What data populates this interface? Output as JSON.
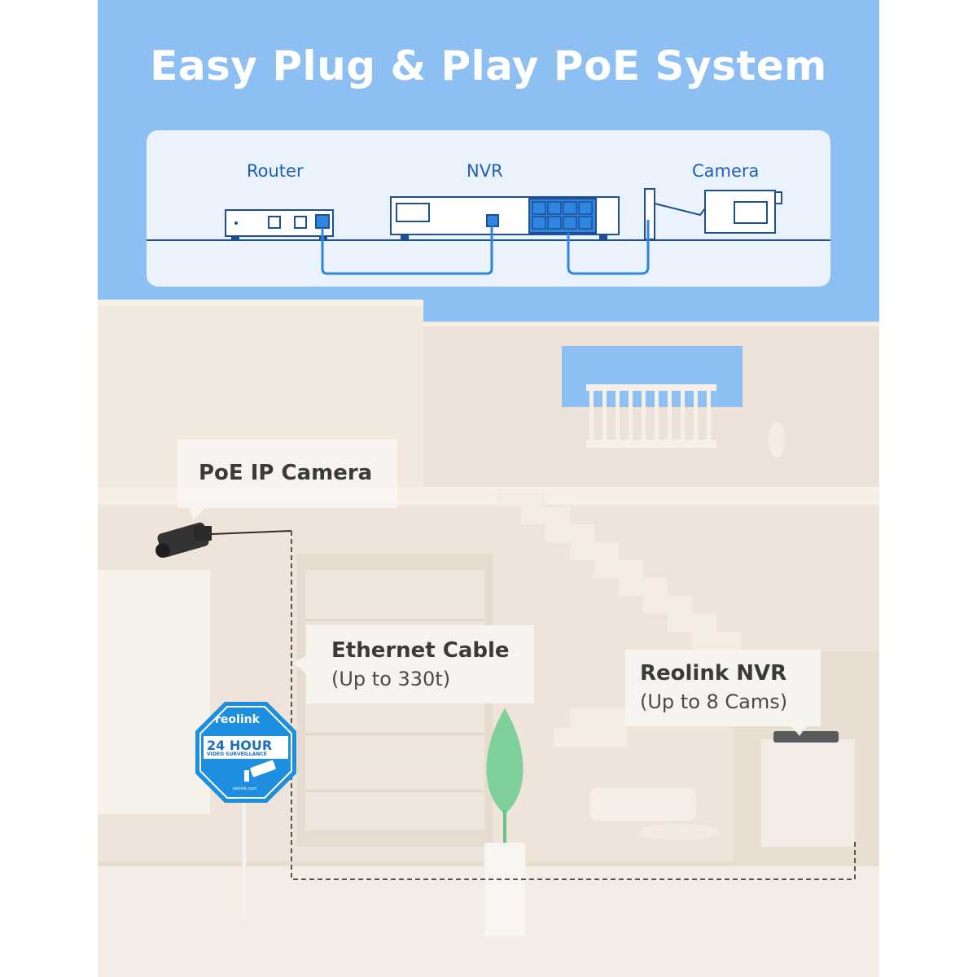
{
  "headline": "Easy Plug & Play PoE System",
  "diagram": {
    "router_label": "Router",
    "nvr_label": "NVR",
    "camera_label": "Camera"
  },
  "callouts": {
    "camera": {
      "title": "PoE IP Camera"
    },
    "cable": {
      "title": "Ethernet Cable",
      "subtitle": "(Up to 330t)"
    },
    "nvr": {
      "title": "Reolink NVR",
      "subtitle": "(Up to 8 Cams)"
    }
  },
  "sign": {
    "brand": "reolink",
    "line1": "24 HOUR",
    "line2": "VIDEO SURVEILLANCE",
    "url": "reolink.com"
  },
  "colors": {
    "sky": "#8ebff2",
    "accent_blue": "#2f86e0",
    "wall": "#efe6dc",
    "card": "#eaf3fd"
  }
}
